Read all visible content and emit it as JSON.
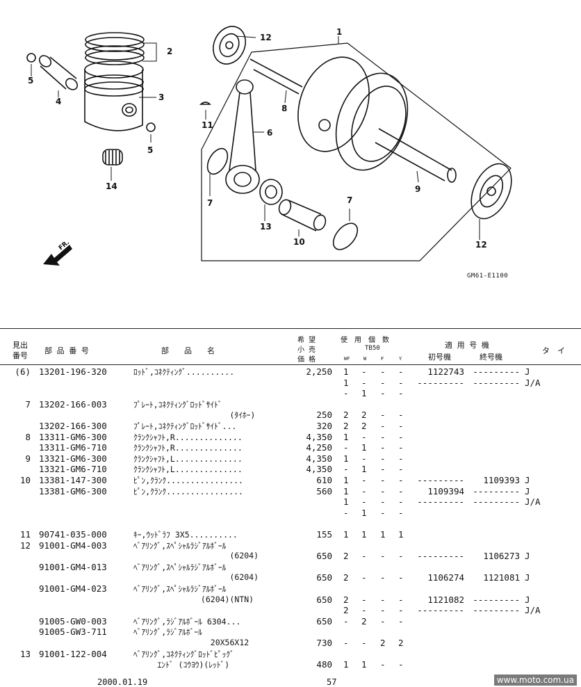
{
  "diagram": {
    "callouts": [
      "1",
      "2",
      "3",
      "4",
      "5",
      "5",
      "6",
      "7",
      "7",
      "8",
      "9",
      "10",
      "11",
      "12",
      "12",
      "13",
      "14"
    ],
    "front_label": "FR.",
    "code": "GM61-E1100"
  },
  "table": {
    "headers": {
      "ref": [
        "見出",
        "番号"
      ],
      "part_no": "部 品 番 号",
      "part_name": "部　　品　　名",
      "price": [
        "希 望",
        "小 売",
        "価 格"
      ],
      "qty": "使　用　個　数",
      "qty_model": "TB50",
      "qty_cols": [
        "WF",
        "W",
        "F",
        "Y"
      ],
      "applicable": "適 用 号 機",
      "first_no": "初号機",
      "last_no": "終号機",
      "type": "タ　イ"
    },
    "rows": [
      {
        "ref": "(6)",
        "pn": "13201-196-320",
        "desc": "ﾛｯﾄﾞ,ｺﾈｸﾃｨﾝｸﾞ..........",
        "price": "2,250",
        "q": [
          "1",
          "-",
          "-",
          "-"
        ],
        "first": "1122743",
        "last": "---------",
        "type": "J"
      },
      {
        "ref": "",
        "pn": "",
        "desc": "",
        "price": "",
        "q": [
          "1",
          "-",
          "-",
          "-"
        ],
        "first": "---------",
        "last": "---------",
        "type": "J/A"
      },
      {
        "ref": "",
        "pn": "",
        "desc": "",
        "price": "",
        "q": [
          "-",
          "1",
          "-",
          "-"
        ],
        "first": "",
        "last": "",
        "type": ""
      },
      {
        "ref": "7",
        "pn": "13202-166-003",
        "desc": "ﾌﾟﾚｰﾄ,ｺﾈｸﾃｨﾝｸﾞﾛｯﾄﾞｻｲﾄﾞ",
        "price": "",
        "q": [
          "",
          "",
          "",
          ""
        ],
        "first": "",
        "last": "",
        "type": ""
      },
      {
        "ref": "",
        "pn": "",
        "desc": "                    (ﾀｲﾎｰ)",
        "price": "250",
        "q": [
          "2",
          "2",
          "-",
          "-"
        ],
        "first": "",
        "last": "",
        "type": ""
      },
      {
        "ref": "",
        "pn": "13202-166-300",
        "desc": "ﾌﾟﾚｰﾄ,ｺﾈｸﾃｨﾝｸﾞﾛｯﾄﾞｻｲﾄﾞ...",
        "price": "320",
        "q": [
          "2",
          "2",
          "-",
          "-"
        ],
        "first": "",
        "last": "",
        "type": ""
      },
      {
        "ref": "8",
        "pn": "13311-GM6-300",
        "desc": "ｸﾗﾝｸｼｬﾌﾄ,R..............",
        "price": "4,350",
        "q": [
          "1",
          "-",
          "-",
          "-"
        ],
        "first": "",
        "last": "",
        "type": ""
      },
      {
        "ref": "",
        "pn": "13311-GM6-710",
        "desc": "ｸﾗﾝｸｼｬﾌﾄ,R..............",
        "price": "4,250",
        "q": [
          "-",
          "1",
          "-",
          "-"
        ],
        "first": "",
        "last": "",
        "type": ""
      },
      {
        "ref": "9",
        "pn": "13321-GM6-300",
        "desc": "ｸﾗﾝｸｼｬﾌﾄ,L..............",
        "price": "4,350",
        "q": [
          "1",
          "-",
          "-",
          "-"
        ],
        "first": "",
        "last": "",
        "type": ""
      },
      {
        "ref": "",
        "pn": "13321-GM6-710",
        "desc": "ｸﾗﾝｸｼｬﾌﾄ,L..............",
        "price": "4,350",
        "q": [
          "-",
          "1",
          "-",
          "-"
        ],
        "first": "",
        "last": "",
        "type": ""
      },
      {
        "ref": "10",
        "pn": "13381-147-300",
        "desc": "ﾋﾟﾝ,ｸﾗﾝｸ................",
        "price": "610",
        "q": [
          "1",
          "-",
          "-",
          "-"
        ],
        "first": "---------",
        "last": "1109393",
        "type": "J"
      },
      {
        "ref": "",
        "pn": "13381-GM6-300",
        "desc": "ﾋﾟﾝ,ｸﾗﾝｸ................",
        "price": "560",
        "q": [
          "1",
          "-",
          "-",
          "-"
        ],
        "first": "1109394",
        "last": "---------",
        "type": "J"
      },
      {
        "ref": "",
        "pn": "",
        "desc": "",
        "price": "",
        "q": [
          "1",
          "-",
          "-",
          "-"
        ],
        "first": "---------",
        "last": "---------",
        "type": "J/A"
      },
      {
        "ref": "",
        "pn": "",
        "desc": "",
        "price": "",
        "q": [
          "-",
          "1",
          "-",
          "-"
        ],
        "first": "",
        "last": "",
        "type": ""
      },
      {
        "ref": "",
        "pn": "",
        "desc": "",
        "price": "",
        "q": [
          "",
          "",
          "",
          ""
        ],
        "first": "",
        "last": "",
        "type": ""
      },
      {
        "ref": "11",
        "pn": "90741-035-000",
        "desc": "ｷｰ,ｳｯﾄﾞﾗﾌ 3X5..........",
        "price": "155",
        "q": [
          "1",
          "1",
          "1",
          "1"
        ],
        "first": "",
        "last": "",
        "type": ""
      },
      {
        "ref": "12",
        "pn": "91001-GM4-003",
        "desc": "ﾍﾞｱﾘﾝｸﾞ,ｽﾍﾟｼｬﾙﾗｼﾞｱﾙﾎﾞｰﾙ",
        "price": "",
        "q": [
          "",
          "",
          "",
          ""
        ],
        "first": "",
        "last": "",
        "type": ""
      },
      {
        "ref": "",
        "pn": "",
        "desc": "                    (6204)",
        "price": "650",
        "q": [
          "2",
          "-",
          "-",
          "-"
        ],
        "first": "---------",
        "last": "1106273",
        "type": "J"
      },
      {
        "ref": "",
        "pn": "91001-GM4-013",
        "desc": "ﾍﾞｱﾘﾝｸﾞ,ｽﾍﾟｼｬﾙﾗｼﾞｱﾙﾎﾞｰﾙ",
        "price": "",
        "q": [
          "",
          "",
          "",
          ""
        ],
        "first": "",
        "last": "",
        "type": ""
      },
      {
        "ref": "",
        "pn": "",
        "desc": "                    (6204)",
        "price": "650",
        "q": [
          "2",
          "-",
          "-",
          "-"
        ],
        "first": "1106274",
        "last": "1121081",
        "type": "J"
      },
      {
        "ref": "",
        "pn": "91001-GM4-023",
        "desc": "ﾍﾞｱﾘﾝｸﾞ,ｽﾍﾟｼｬﾙﾗｼﾞｱﾙﾎﾞｰﾙ",
        "price": "",
        "q": [
          "",
          "",
          "",
          ""
        ],
        "first": "",
        "last": "",
        "type": ""
      },
      {
        "ref": "",
        "pn": "",
        "desc": "              (6204)(NTN)",
        "price": "650",
        "q": [
          "2",
          "-",
          "-",
          "-"
        ],
        "first": "1121082",
        "last": "---------",
        "type": "J"
      },
      {
        "ref": "",
        "pn": "",
        "desc": "",
        "price": "",
        "q": [
          "2",
          "-",
          "-",
          "-"
        ],
        "first": "---------",
        "last": "---------",
        "type": "J/A"
      },
      {
        "ref": "",
        "pn": "91005-GW0-003",
        "desc": "ﾍﾞｱﾘﾝｸﾞ,ﾗｼﾞｱﾙﾎﾞｰﾙ 6304...",
        "price": "650",
        "q": [
          "-",
          "2",
          "-",
          "-"
        ],
        "first": "",
        "last": "",
        "type": ""
      },
      {
        "ref": "",
        "pn": "91005-GW3-711",
        "desc": "ﾍﾞｱﾘﾝｸﾞ,ﾗｼﾞｱﾙﾎﾞｰﾙ",
        "price": "",
        "q": [
          "",
          "",
          "",
          ""
        ],
        "first": "",
        "last": "",
        "type": ""
      },
      {
        "ref": "",
        "pn": "",
        "desc": "                20X56X12",
        "price": "730",
        "q": [
          "-",
          "-",
          "2",
          "2"
        ],
        "first": "",
        "last": "",
        "type": ""
      },
      {
        "ref": "13",
        "pn": "91001-122-004",
        "desc": "ﾍﾞｱﾘﾝｸﾞ,ｺﾈｸﾃｨﾝｸﾞﾛｯﾄﾞﾋﾟｯｸﾞ",
        "price": "",
        "q": [
          "",
          "",
          "",
          ""
        ],
        "first": "",
        "last": "",
        "type": ""
      },
      {
        "ref": "",
        "pn": "",
        "desc": "     ｴﾝﾄﾞ (ｺｳﾖｳ)(ﾚｯﾄﾞ)",
        "price": "480",
        "q": [
          "1",
          "1",
          "-",
          "-"
        ],
        "first": "",
        "last": "",
        "type": ""
      }
    ]
  },
  "footer": {
    "date": "2000.01.19",
    "page": "57",
    "watermark": "www.moto.com.ua"
  }
}
